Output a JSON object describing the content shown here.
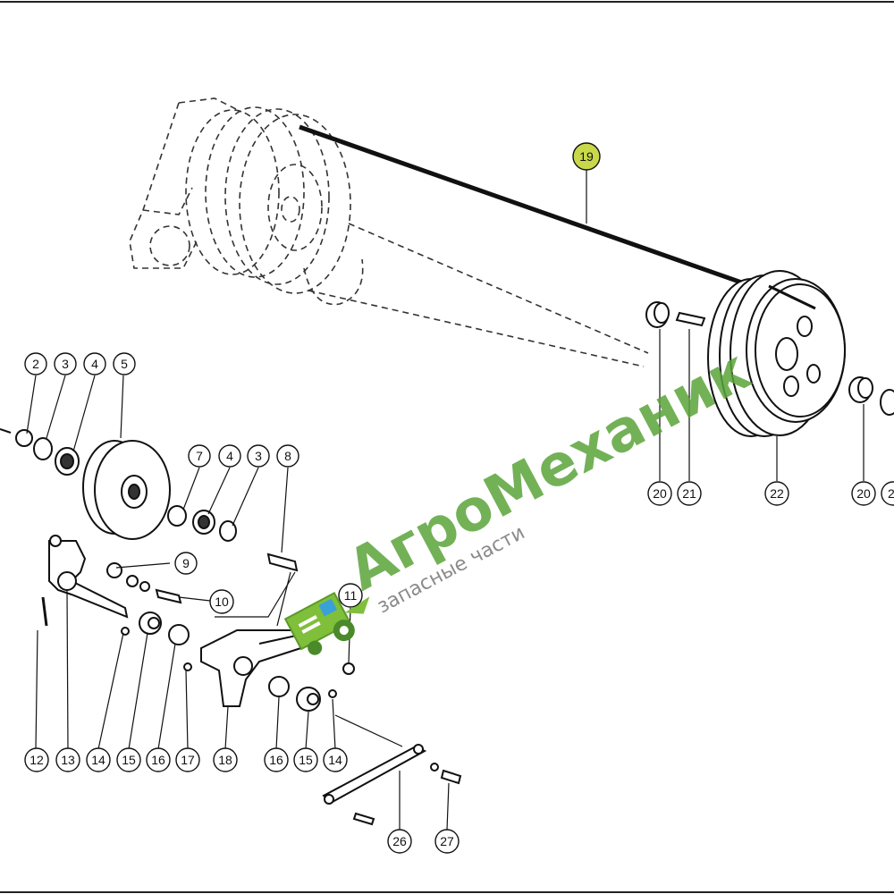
{
  "diagram": {
    "callouts": [
      {
        "id": "c2",
        "text": "2"
      },
      {
        "id": "c3",
        "text": "3"
      },
      {
        "id": "c4",
        "text": "4"
      },
      {
        "id": "c5",
        "text": "5"
      },
      {
        "id": "c7",
        "text": "7"
      },
      {
        "id": "c4b",
        "text": "4"
      },
      {
        "id": "c3b",
        "text": "3"
      },
      {
        "id": "c8",
        "text": "8"
      },
      {
        "id": "c9",
        "text": "9"
      },
      {
        "id": "c10",
        "text": "10"
      },
      {
        "id": "c11",
        "text": "11"
      },
      {
        "id": "c12",
        "text": "12"
      },
      {
        "id": "c13",
        "text": "13"
      },
      {
        "id": "c14",
        "text": "14"
      },
      {
        "id": "c15",
        "text": "15"
      },
      {
        "id": "c16",
        "text": "16"
      },
      {
        "id": "c17",
        "text": "17"
      },
      {
        "id": "c18",
        "text": "18"
      },
      {
        "id": "c16b",
        "text": "16"
      },
      {
        "id": "c15b",
        "text": "15"
      },
      {
        "id": "c14b",
        "text": "14"
      },
      {
        "id": "c19",
        "text": "19"
      },
      {
        "id": "c20",
        "text": "20"
      },
      {
        "id": "c21",
        "text": "21"
      },
      {
        "id": "c22",
        "text": "22"
      },
      {
        "id": "c20b",
        "text": "20"
      },
      {
        "id": "c21b",
        "text": "2"
      },
      {
        "id": "c26",
        "text": "26"
      },
      {
        "id": "c27",
        "text": "27"
      }
    ],
    "highlight_color": "#c8d84a",
    "watermark": {
      "brand": "АгроМеханик",
      "tagline": "запасные части",
      "color": "#5aa33a"
    }
  }
}
